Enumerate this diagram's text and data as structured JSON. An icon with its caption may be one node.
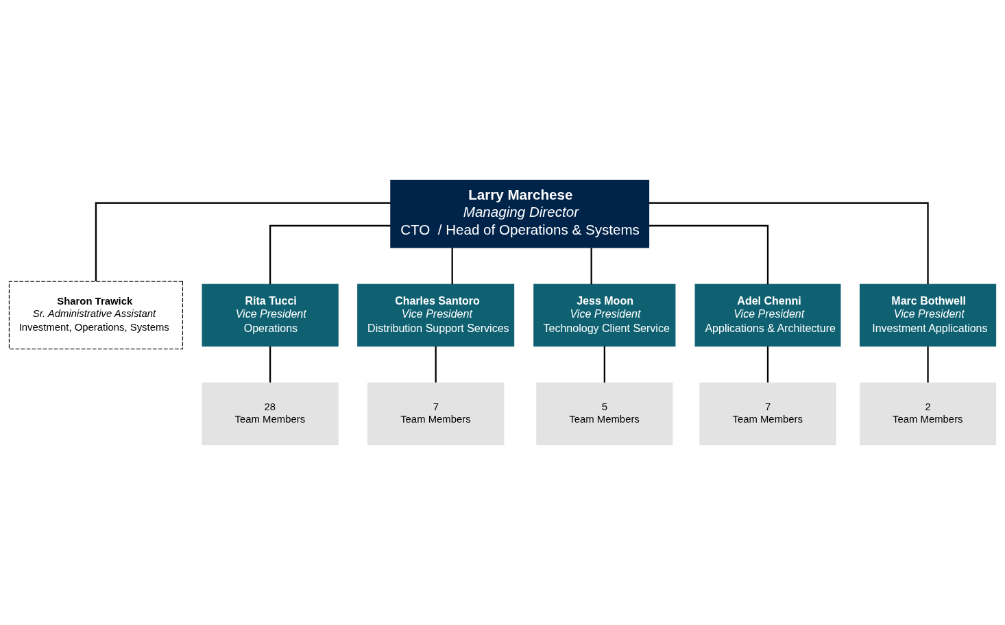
{
  "diagram": {
    "nodes": [
      {
        "text": [
          "Larry Marchese",
          "Managing Director",
          "CTO  / Head of Operations & Systems"
        ]
      },
      {
        "text": [
          "Sharon Trawick",
          "Sr. Administrative Assistant",
          "Investment, Operations, Systems"
        ]
      },
      {
        "text": [
          "Rita Tucci",
          "Vice President",
          "Operations"
        ]
      },
      {
        "text": [
          "Charles Santoro",
          "Vice President",
          "Distribution Support Services"
        ]
      },
      {
        "text": [
          "Jess Moon",
          "Vice President",
          "Technology Client Service"
        ]
      },
      {
        "text": [
          "Adel Chenni",
          "Vice President",
          "Applications & Architecture"
        ]
      },
      {
        "text": [
          "Marc Bothwell",
          "Vice President",
          "Investment Applications"
        ]
      },
      {
        "text": [
          "28",
          "Team Members"
        ]
      },
      {
        "text": [
          "7",
          "Team Members"
        ]
      },
      {
        "text": [
          "5",
          "Team Members"
        ]
      },
      {
        "text": [
          "7",
          "Team Members"
        ]
      },
      {
        "text": [
          "2",
          "Team Members"
        ]
      }
    ],
    "edges": [
      {
        "from": 0,
        "to": 1,
        "arrow": "none"
      },
      {
        "from": 0,
        "to": 2,
        "arrow": "none"
      },
      {
        "from": 0,
        "to": 3,
        "arrow": "none"
      },
      {
        "from": 0,
        "to": 4,
        "arrow": "none"
      },
      {
        "from": 0,
        "to": 5,
        "arrow": "none"
      },
      {
        "from": 0,
        "to": 6,
        "arrow": "none"
      },
      {
        "from": 2,
        "to": 7,
        "arrow": "none"
      },
      {
        "from": 3,
        "to": 8,
        "arrow": "none"
      },
      {
        "from": 4,
        "to": 9,
        "arrow": "none"
      },
      {
        "from": 5,
        "to": 10,
        "arrow": "none"
      },
      {
        "from": 6,
        "to": 11,
        "arrow": "none"
      }
    ]
  }
}
